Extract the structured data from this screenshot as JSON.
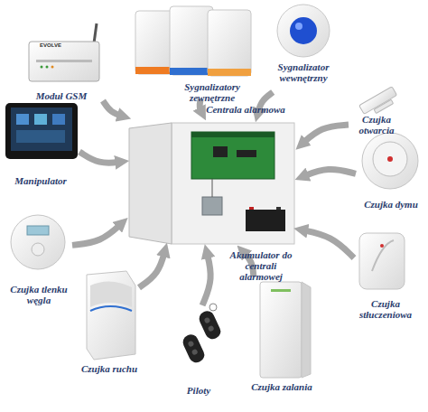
{
  "diagram": {
    "nodes": [
      {
        "text": [
          "Moduł GSM"
        ]
      },
      {
        "text": [
          "Sygnalizatory zewnętrzne"
        ]
      },
      {
        "text": [
          "Sygnalizator wewnętrzny"
        ]
      },
      {
        "text": [
          "Czujka otwarcia"
        ]
      },
      {
        "text": [
          "Manipulator"
        ]
      },
      {
        "text": [
          "Centrala alarmowa",
          "Akumulator do centrali alarmowej"
        ]
      },
      {
        "text": [
          "Czujka dymu"
        ]
      },
      {
        "text": [
          "Czujka tlenku węgla"
        ]
      },
      {
        "text": [
          "Czujka stłuczeniowa"
        ]
      },
      {
        "text": [
          "Czujka ruchu"
        ]
      },
      {
        "text": [
          "Piloty"
        ]
      },
      {
        "text": [
          "Czujka zalania"
        ]
      }
    ],
    "edges": [
      {
        "from": 0,
        "to": 5,
        "arrow": "to"
      },
      {
        "from": 1,
        "to": 5,
        "arrow": "to"
      },
      {
        "from": 2,
        "to": 5,
        "arrow": "to"
      },
      {
        "from": 3,
        "to": 5,
        "arrow": "to"
      },
      {
        "from": 4,
        "to": 5,
        "arrow": "to"
      },
      {
        "from": 6,
        "to": 5,
        "arrow": "to"
      },
      {
        "from": 7,
        "to": 5,
        "arrow": "to"
      },
      {
        "from": 8,
        "to": 5,
        "arrow": "to"
      },
      {
        "from": 9,
        "to": 5,
        "arrow": "to"
      },
      {
        "from": 10,
        "to": 5,
        "arrow": "to"
      },
      {
        "from": 11,
        "to": 5,
        "arrow": "to"
      }
    ],
    "labels": [
      "EVOLVE"
    ]
  }
}
